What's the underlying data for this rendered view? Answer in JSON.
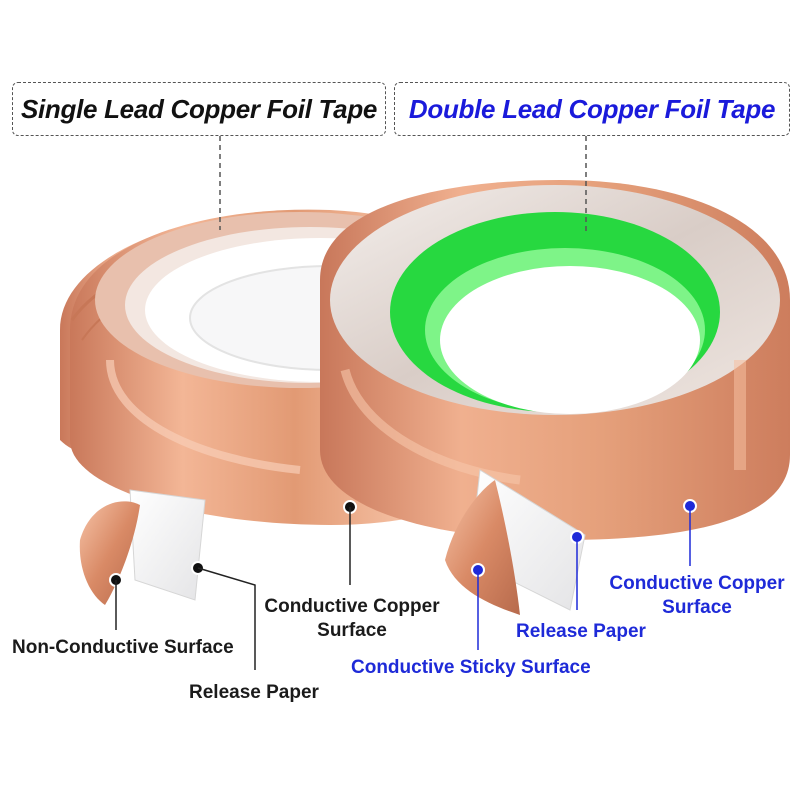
{
  "titles": {
    "single": "Single Lead Copper Foil Tape",
    "double": "Double Lead Copper Foil Tape"
  },
  "single_tape_labels": {
    "non_conductive": "Non-Conductive Surface",
    "release_paper": "Release Paper",
    "conductive_copper_line1": "Conductive Copper",
    "conductive_copper_line2": "Surface"
  },
  "double_tape_labels": {
    "conductive_sticky": "Conductive Sticky Surface",
    "release_paper": "Release Paper",
    "conductive_copper_line1": "Conductive Copper",
    "conductive_copper_line2": "Surface"
  },
  "colors": {
    "copper": "#e0966e",
    "copper_dark": "#b8684a",
    "liner_green": "#27d840",
    "label_blue": "#1e2ad8",
    "label_dark": "#1b1b1b"
  }
}
